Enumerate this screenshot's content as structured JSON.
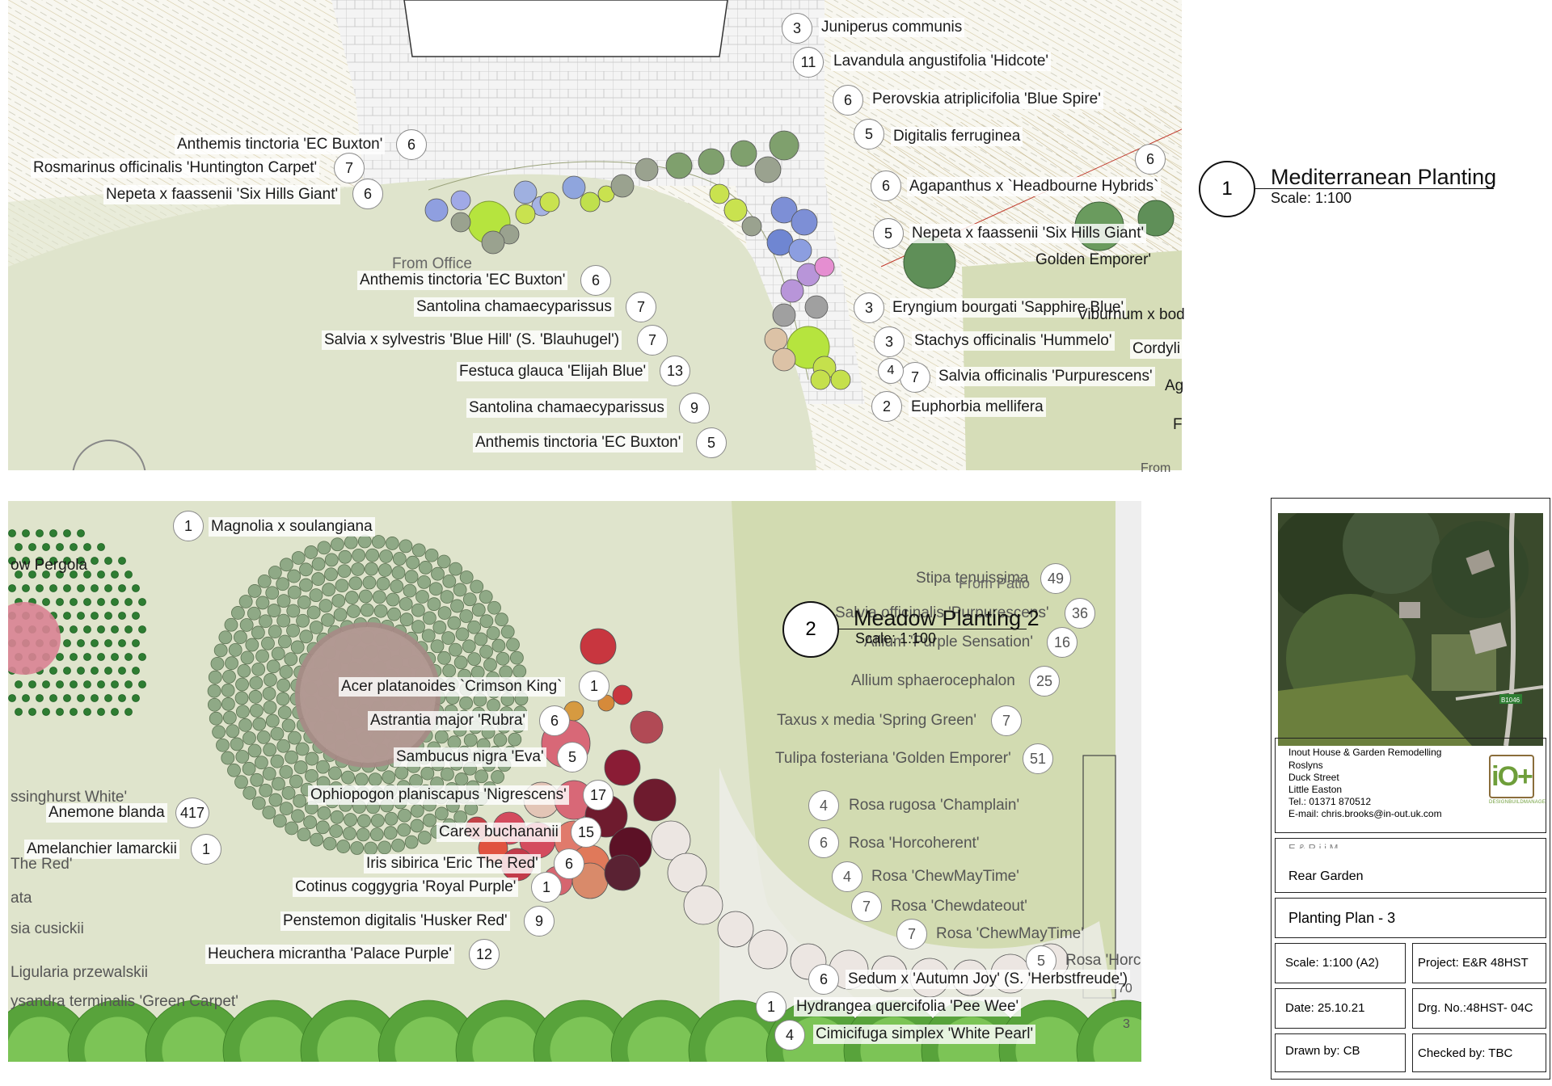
{
  "plan1": {
    "number": "1",
    "title": "Mediterranean Planting",
    "scale": "Scale: 1:100",
    "annotation": "From Office",
    "callouts": [
      {
        "name": "Juniperus communis",
        "count": "3"
      },
      {
        "name": "Lavandula angustifolia 'Hidcote'",
        "count": "11"
      },
      {
        "name": "Perovskia atriplicifolia 'Blue Spire'",
        "count": "6"
      },
      {
        "name": "Digitalis ferruginea",
        "count": "5"
      },
      {
        "name": "Anthemis tinctoria 'EC Buxton'",
        "count": "6"
      },
      {
        "name": "Rosmarinus officinalis 'Huntington Carpet'",
        "count": "7"
      },
      {
        "name": "Nepeta x faassenii 'Six Hills Giant'",
        "count": "6"
      },
      {
        "name": "Agapanthus x `Headbourne Hybrids`",
        "count": "6"
      },
      {
        "name": "Nepeta x faassenii 'Six Hills Giant'",
        "count": "5"
      },
      {
        "name": "Anthemis tinctoria 'EC Buxton'",
        "count": "6"
      },
      {
        "name": "Santolina chamaecyparissus",
        "count": "7"
      },
      {
        "name": "Salvia x sylvestris 'Blue Hill' (S. 'Blauhugel')",
        "count": "7"
      },
      {
        "name": "Festuca glauca 'Elijah Blue'",
        "count": "13"
      },
      {
        "name": "Santolina chamaecyparissus",
        "count": "9"
      },
      {
        "name": "Anthemis tinctoria 'EC Buxton'",
        "count": "5"
      },
      {
        "name": "Eryngium bourgati 'Sapphire Blue'",
        "count": "3"
      },
      {
        "name": "Stachys officinalis 'Hummelo'",
        "count": "3"
      },
      {
        "name": "Salvia officinalis 'Purpurescens'",
        "count": "7"
      },
      {
        "name": "Euphorbia mellifera",
        "count": "2"
      }
    ],
    "extra_counts": [
      "6",
      "4"
    ],
    "partial_labels": [
      "Golden Emporer'",
      "Viburnum x bod",
      "Cordyli",
      "Ag",
      "F",
      "From"
    ]
  },
  "plan2": {
    "number": "2",
    "title": "Meadow Planting 2",
    "scale": "Scale: 1:100",
    "overlap_label": "From Patio",
    "callouts_left": [
      {
        "name": "Magnolia x soulangiana",
        "count": "1"
      },
      {
        "name": "Acer platanoides `Crimson King`",
        "count": "1"
      },
      {
        "name": "Astrantia major 'Rubra'",
        "count": "6"
      },
      {
        "name": "Sambucus nigra 'Eva'",
        "count": "5"
      },
      {
        "name": "Ophiopogon planiscapus 'Nigrescens'",
        "count": "17"
      },
      {
        "name": "Anemone blanda",
        "count": "417"
      },
      {
        "name": "Carex buchananii",
        "count": "15"
      },
      {
        "name": "Amelanchier lamarckii",
        "count": "1"
      },
      {
        "name": "Iris sibirica 'Eric The Red'",
        "count": "6"
      },
      {
        "name": "Cotinus coggygria 'Royal Purple'",
        "count": "1"
      },
      {
        "name": "Penstemon digitalis 'Husker Red'",
        "count": "9"
      },
      {
        "name": "Heuchera micrantha 'Palace Purple'",
        "count": "12"
      }
    ],
    "callouts_meadow": [
      {
        "name": "Stipa tenuissima",
        "count": "49"
      },
      {
        "name": "Salvia officinalis 'Purpurescens'",
        "count": "36"
      },
      {
        "name": "Allium 'Purple Sensation'",
        "count": "16"
      },
      {
        "name": "Allium sphaerocephalon",
        "count": "25"
      },
      {
        "name": "Taxus x media 'Spring Green'",
        "count": "7"
      },
      {
        "name": "Tulipa fosteriana 'Golden Emporer'",
        "count": "51"
      }
    ],
    "callouts_roses": [
      {
        "name": "Rosa rugosa 'Champlain'",
        "count": "4"
      },
      {
        "name": "Rosa 'Horcoherent'",
        "count": "6"
      },
      {
        "name": "Rosa 'ChewMayTime'",
        "count": "4"
      },
      {
        "name": "Rosa 'Chewdateout'",
        "count": "7"
      },
      {
        "name": "Rosa 'ChewMayTime'",
        "count": "7"
      },
      {
        "name": "Rosa 'Horc",
        "count": "5"
      },
      {
        "name": "Sedum x 'Autumn Joy' (S. 'Herbstfreude')",
        "count": "6"
      },
      {
        "name": "Hydrangea quercifolia 'Pee Wee'",
        "count": "1"
      },
      {
        "name": "Cimicifuga simplex 'White Pearl'",
        "count": "4"
      }
    ],
    "partial_labels": [
      "ow Pergola",
      "ssinghurst White'",
      "The Red'",
      "ata",
      "sia cusickii",
      "Ligularia przewalskii",
      "ysandra terminalis 'Green Carpet'",
      "70",
      "3"
    ]
  },
  "title_block": {
    "company": "Inout House & Garden Remodelling",
    "address_lines": [
      "Roslyns",
      "Duck Street",
      "Little Easton"
    ],
    "tel": "Tel.: 01371 870512",
    "email": "E-mail: chris.brooks@in-out.uk.com",
    "logo_text": "iO+",
    "logo_tagline": "DESIGNBUILDMANAGE",
    "map_label": "B1046",
    "client_partial": "E    & R i i   M",
    "location": "Rear Garden",
    "drawing_title": "Planting Plan - 3",
    "scale": "Scale: 1:100 (A2)",
    "project": "Project: E&R 48HST",
    "date": "Date: 25.10.21",
    "drawing_no": "Drg. No.:48HST- 04C",
    "drawn_by": "Drawn by: CB",
    "checked_by": "Checked by: TBC"
  },
  "colors": {
    "lawn": "#dfe4cc",
    "meadow": "#d3dcb4",
    "paving": "#f3f3f3",
    "hatch": "#c9b98a",
    "shrub_green": "#7da36a",
    "lime": "#b8e03a",
    "lavender": "#7f8fd8",
    "burgundy": "#6e1b2e",
    "rose_pink": "#d8647a",
    "hedge": "#5caa3f"
  }
}
